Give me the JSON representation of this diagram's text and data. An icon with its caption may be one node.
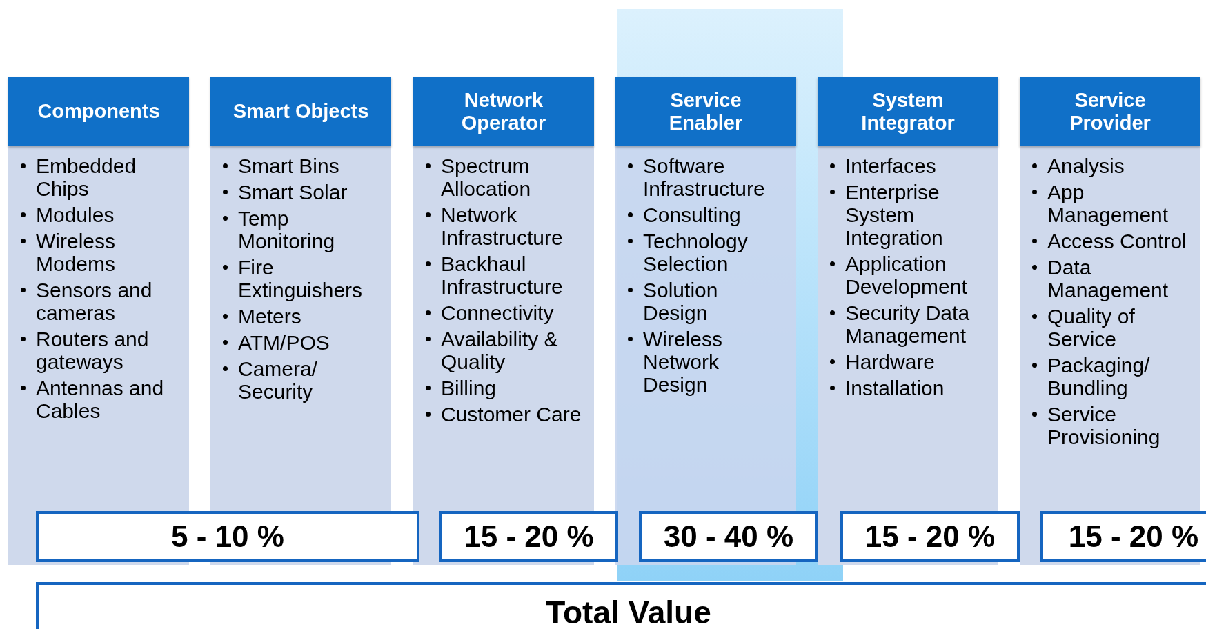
{
  "diagram": {
    "nodes": [
      {
        "text": [
          "Components",
          "Embedded Chips",
          "Modules",
          "Wireless Modems",
          "Sensors and cameras",
          "Routers and gateways",
          "Antennas and Cables"
        ]
      },
      {
        "text": [
          "Smart Objects",
          "Smart Bins",
          "Smart Solar",
          "Temp Monitoring",
          "Fire Extinguishers",
          "Meters",
          "ATM/POS",
          "Camera/ Security"
        ]
      },
      {
        "text": [
          "Network Operator",
          "Spectrum Allocation",
          "Network Infrastructure",
          "Backhaul Infrastructure",
          "Connectivity",
          "Availability & Quality",
          "Billing",
          "Customer Care"
        ]
      },
      {
        "text": [
          "Service Enabler",
          "Software Infrastructure",
          "Consulting",
          "Technology Selection",
          "Solution Design",
          "Wireless Network Design"
        ]
      },
      {
        "text": [
          "System Integrator",
          "Interfaces",
          "Enterprise System Integration",
          "Application Development",
          "Security Data Management",
          "Hardware",
          "Installation"
        ]
      },
      {
        "text": [
          "Service Provider",
          "Analysis",
          "App Management",
          "Access Control",
          "Data Management",
          "Quality of Service",
          "Packaging/ Bundling",
          "Service Provisioning"
        ]
      },
      {
        "text": [
          "5 - 10 %"
        ]
      },
      {
        "text": [
          "15 - 20 %"
        ]
      },
      {
        "text": [
          "30 - 40 %"
        ]
      },
      {
        "text": [
          "15 - 20 %"
        ]
      },
      {
        "text": [
          "15 - 20 %"
        ]
      },
      {
        "text": [
          "Total Value"
        ]
      }
    ]
  }
}
